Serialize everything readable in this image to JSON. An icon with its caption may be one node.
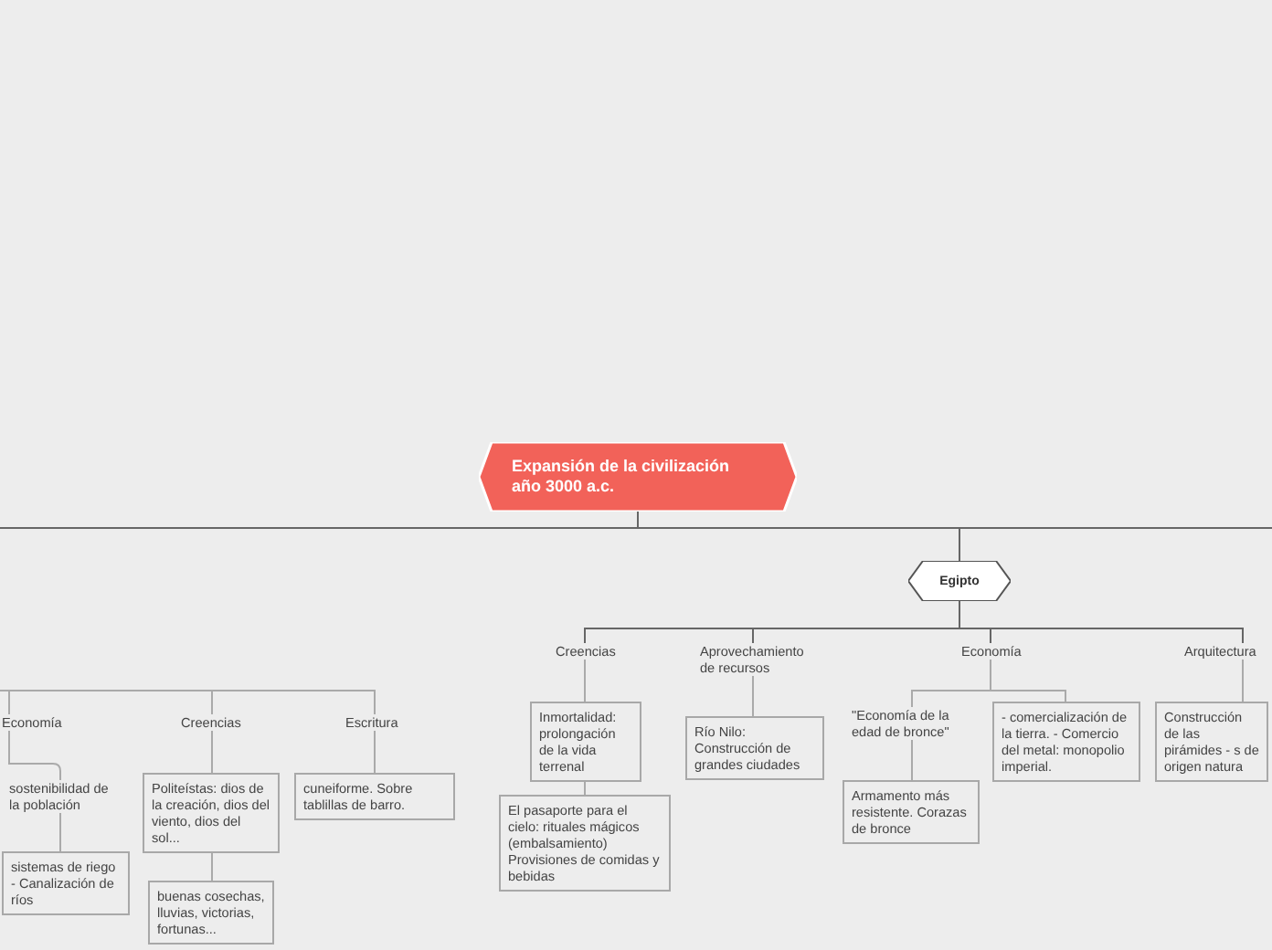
{
  "diagram": {
    "nodes": [
      {
        "text": [
          "Expansión de la civilización año 3000 a.c."
        ]
      },
      {
        "text": [
          "Egipto"
        ]
      },
      {
        "text": [
          "Creencias"
        ]
      },
      {
        "text": [
          "Aprovechamiento de recursos"
        ]
      },
      {
        "text": [
          "Economía"
        ]
      },
      {
        "text": [
          "Arquitectura"
        ]
      },
      {
        "text": [
          "Inmortalidad: prolongación de la vida terrenal"
        ]
      },
      {
        "text": [
          "El pasaporte para el cielo: rituales mágicos (embalsamiento) Provisiones de comidas y bebidas"
        ]
      },
      {
        "text": [
          "Río Nilo: Construcción de grandes ciudades"
        ]
      },
      {
        "text": [
          "\"Economía de la edad de bronce\""
        ]
      },
      {
        "text": [
          "Armamento más resistente. Corazas de bronce"
        ]
      },
      {
        "text": [
          "- comercialización de la tierra. - Comercio del metal: monopolio imperial."
        ]
      },
      {
        "text": [
          "Construcción de las pirámides - s de origen natura"
        ]
      },
      {
        "text": [
          "Economía"
        ]
      },
      {
        "text": [
          "sostenibilidad de la población"
        ]
      },
      {
        "text": [
          "sistemas de riego - Canalización de ríos"
        ]
      },
      {
        "text": [
          "Creencias"
        ]
      },
      {
        "text": [
          "Politeístas: dios de la creación, dios del viento, dios del sol..."
        ]
      },
      {
        "text": [
          "buenas cosechas, lluvias, victorias, fortunas..."
        ]
      },
      {
        "text": [
          "Escritura"
        ]
      },
      {
        "text": [
          "cuneiforme. Sobre tablillas de barro."
        ]
      }
    ],
    "edges": [
      {
        "from": 0,
        "to": null,
        "arrow": "none",
        "color": "#666666"
      },
      {
        "from": 0,
        "to": null,
        "arrow": "none",
        "color": "#666666"
      },
      {
        "from": 0,
        "to": 1,
        "arrow": "none",
        "color": "#666666"
      },
      {
        "from": 1,
        "to": 2,
        "arrow": "none",
        "color": "#666666"
      },
      {
        "from": 1,
        "to": 3,
        "arrow": "none",
        "color": "#666666"
      },
      {
        "from": 1,
        "to": 4,
        "arrow": "none",
        "color": "#666666"
      },
      {
        "from": 1,
        "to": 5,
        "arrow": "none",
        "color": "#666666"
      },
      {
        "from": 2,
        "to": 6,
        "arrow": "none"
      },
      {
        "from": 6,
        "to": 7,
        "arrow": "none"
      },
      {
        "from": 3,
        "to": 8,
        "arrow": "none"
      },
      {
        "from": 4,
        "to": 9,
        "arrow": "none"
      },
      {
        "from": 4,
        "to": 11,
        "arrow": "none"
      },
      {
        "from": 9,
        "to": 10,
        "arrow": "none"
      },
      {
        "from": 5,
        "to": 12,
        "arrow": "none"
      },
      {
        "from": null,
        "to": 13,
        "arrow": "none"
      },
      {
        "from": null,
        "to": 16,
        "arrow": "none"
      },
      {
        "from": null,
        "to": 19,
        "arrow": "none"
      },
      {
        "from": 13,
        "to": 14,
        "arrow": "none"
      },
      {
        "from": 14,
        "to": 15,
        "arrow": "none"
      },
      {
        "from": 16,
        "to": 17,
        "arrow": "none"
      },
      {
        "from": 17,
        "to": 18,
        "arrow": "none"
      },
      {
        "from": 19,
        "to": 20,
        "arrow": "none"
      }
    ]
  }
}
